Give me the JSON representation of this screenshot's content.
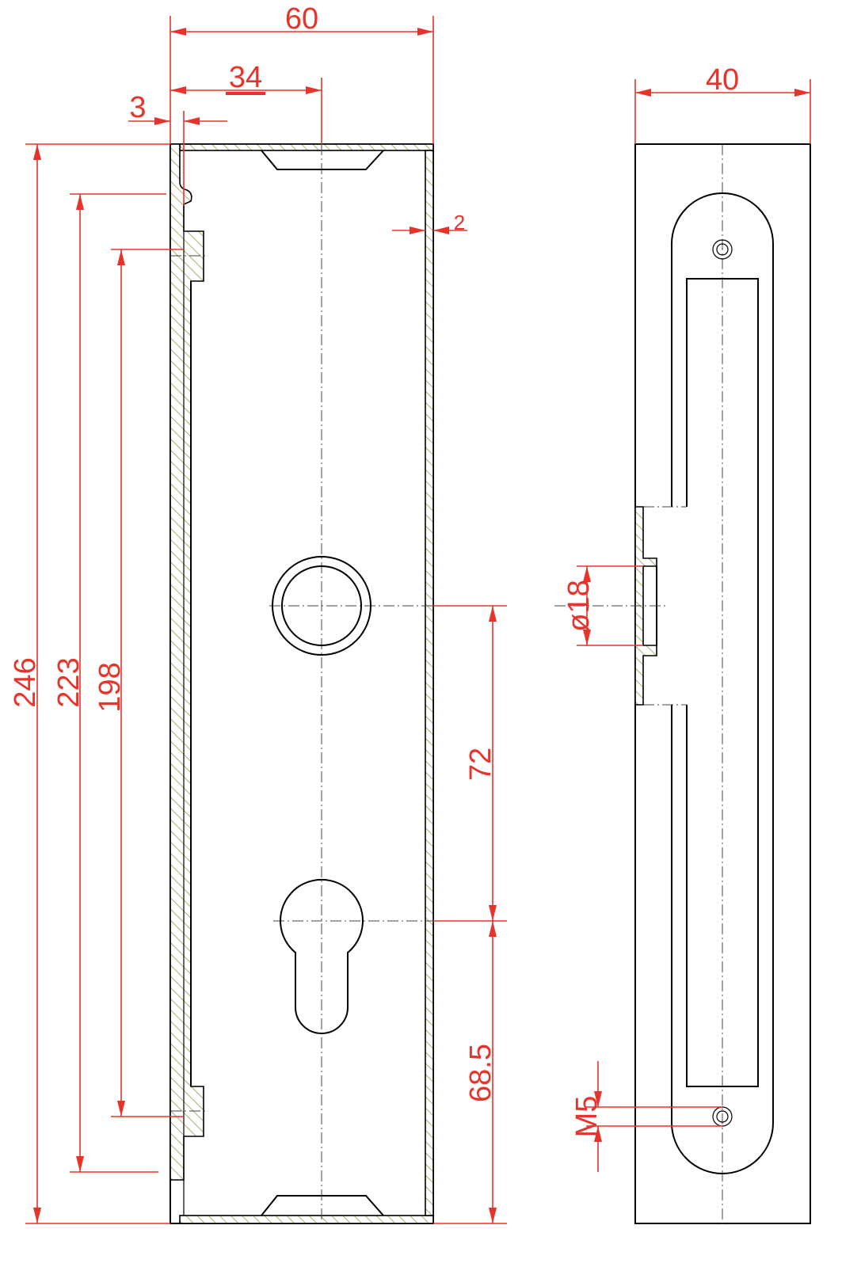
{
  "drawing": {
    "front_view": {
      "dimensions": {
        "width_total": "60",
        "center_offset": "34",
        "wall_left": "3",
        "wall_right": "2",
        "height_total": "246",
        "height_223": "223",
        "hole_spacing": "198",
        "handle_to_cylinder": "72",
        "cylinder_to_bottom": "68.5"
      }
    },
    "side_view": {
      "dimensions": {
        "depth": "40",
        "boss_diameter": "ø18",
        "thread": "M5"
      }
    },
    "colors": {
      "dimension": "#e8332a",
      "hatch": "#9a9a4a",
      "outline": "#000000"
    }
  }
}
